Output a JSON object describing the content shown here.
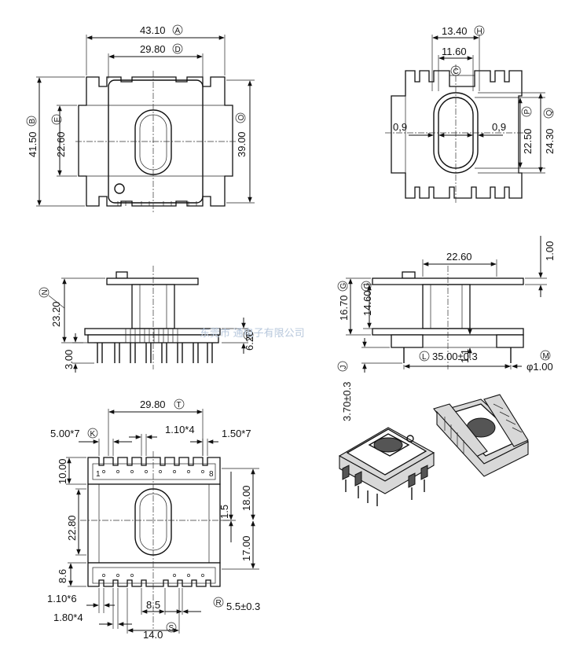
{
  "top_view": {
    "dim_a": "43.10",
    "lbl_a": "A",
    "dim_d": "29.80",
    "lbl_d": "D",
    "dim_b": "41.50",
    "lbl_b": "B",
    "dim_e": "22.60",
    "lbl_e": "E",
    "dim_o": "39.00",
    "lbl_o": "O"
  },
  "section_view": {
    "dim_h": "13.40",
    "lbl_h": "H",
    "dim_c": "11.60",
    "lbl_c": "C",
    "wall_left": "0,9",
    "wall_right": "0,9",
    "dim_p": "22.50",
    "lbl_p": "P",
    "dim_q": "24.30",
    "lbl_q": "Q"
  },
  "front_view": {
    "dim_n": "23.20",
    "lbl_n": "N",
    "dim_f": "6.20",
    "lbl_f": "F",
    "dim_pin": "3.00"
  },
  "side_view": {
    "dim_top": "22.60",
    "dim_flange": "1.00",
    "dim_g_outer": "16.70",
    "lbl_g_outer": "G",
    "dim_g_inner": "14.60",
    "lbl_g_inner": "G",
    "dim_step": "1.1",
    "dim_l": "35.00±0.3",
    "lbl_l": "L",
    "dim_m": "φ1.00",
    "lbl_m": "M",
    "dim_j": "3.70±0.3",
    "lbl_j": "J"
  },
  "bottom_view": {
    "dim_t": "29.80",
    "lbl_t": "T",
    "dim_k": "5.00*7",
    "lbl_k": "K",
    "dim_pitch": "1.10*4",
    "dim_slot": "1.50*7",
    "dim_top_band": "10.00",
    "dim_mid": "22.80",
    "dim_gap": "1.5",
    "dim_18": "18.00",
    "dim_17": "17.00",
    "dim_bot_band": "8.6",
    "dim_b6": "1.10*6",
    "dim_b4": "1.80*4",
    "dim_85": "8.5",
    "dim_r": "5.5±0.3",
    "lbl_r": "R",
    "dim_s": "14.0",
    "lbl_s": "S",
    "pin_first": "1",
    "pin_last": "8"
  },
  "watermark": "东莞市   通电子有限公司"
}
